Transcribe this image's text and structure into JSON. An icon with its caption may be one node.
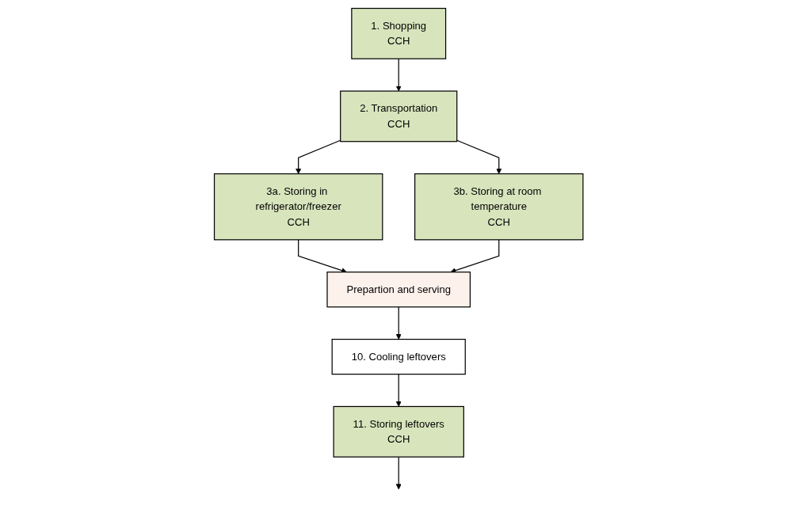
{
  "diagram": {
    "nodes": [
      {
        "text": [
          "1. Shopping",
          "CCH"
        ]
      },
      {
        "text": [
          "2. Transportation",
          "CCH"
        ]
      },
      {
        "text": [
          "3a. Storing in refrigerator/freezer",
          "CCH"
        ]
      },
      {
        "text": [
          "3b. Storing at room temperature",
          "CCH"
        ]
      },
      {
        "text": [
          "Prepartion and serving"
        ]
      },
      {
        "text": [
          "10. Cooling leftovers"
        ]
      },
      {
        "text": [
          "11. Storing leftovers",
          "CCH"
        ]
      }
    ],
    "edges": [
      {
        "from": 0,
        "to": 1,
        "arrow": "to"
      },
      {
        "from": 1,
        "to": 2,
        "arrow": "to"
      },
      {
        "from": 1,
        "to": 3,
        "arrow": "to"
      },
      {
        "from": 2,
        "to": 4,
        "arrow": "to"
      },
      {
        "from": 3,
        "to": 4,
        "arrow": "to"
      },
      {
        "from": 4,
        "to": 5,
        "arrow": "to"
      },
      {
        "from": 5,
        "to": 6,
        "arrow": "to"
      },
      {
        "from": 6,
        "to": null,
        "arrow": "to"
      }
    ]
  }
}
